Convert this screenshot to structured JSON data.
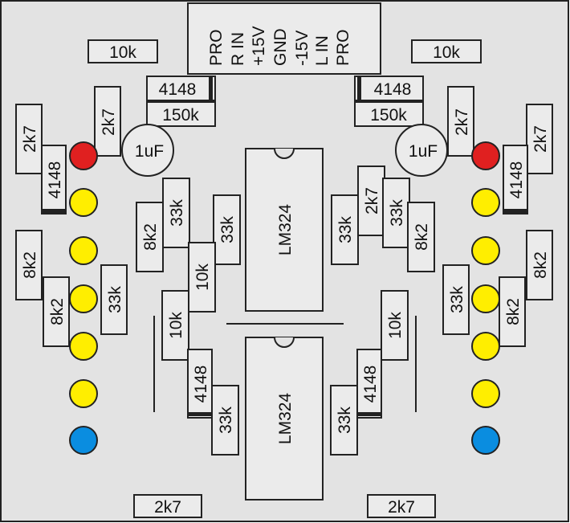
{
  "colors": {
    "board": "#e3e3e3",
    "outline": "#222222",
    "component_fill": "#ebebeb",
    "led_red": "#e02020",
    "led_yellow": "#ffee00",
    "led_blue": "#0a8de0"
  },
  "connector": {
    "pins": [
      "PRO",
      "R IN",
      "+15V",
      "GND",
      "-15V",
      "L IN",
      "PRO"
    ]
  },
  "chips": {
    "top": "LM324",
    "bottom": "LM324"
  },
  "left": {
    "top_resistor": "10k",
    "diode_top": "4148",
    "res_150k": "150k",
    "res_2k7_upper": "2k7",
    "cap": "1uF",
    "res_2k7_outer": "2k7",
    "diode_side": "4148",
    "res_8k2_outer": "8k2",
    "res_8k2_inner": "8k2",
    "res_33k_side": "33k",
    "res_8k2_mid": "8k2",
    "res_33k_a": "33k",
    "res_33k_b": "33k",
    "res_10k_a": "10k",
    "res_10k_b": "10k",
    "diode_low": "4148",
    "res_33k_low": "33k",
    "bottom_resistor": "2k7"
  },
  "right": {
    "top_resistor": "10k",
    "diode_top": "4148",
    "res_150k": "150k",
    "res_2k7_upper": "2k7",
    "cap": "1uF",
    "res_2k7_outer": "2k7",
    "diode_side": "4148",
    "res_8k2_outer": "8k2",
    "res_8k2_inner": "8k2",
    "res_33k_side": "33k",
    "res_2k7_mid": "2k7",
    "res_33k_a": "33k",
    "res_33k_b": "33k",
    "res_8k2_mid": "8k2",
    "res_10k": "10k",
    "diode_low": "4148",
    "res_33k_low": "33k",
    "bottom_resistor": "2k7"
  }
}
